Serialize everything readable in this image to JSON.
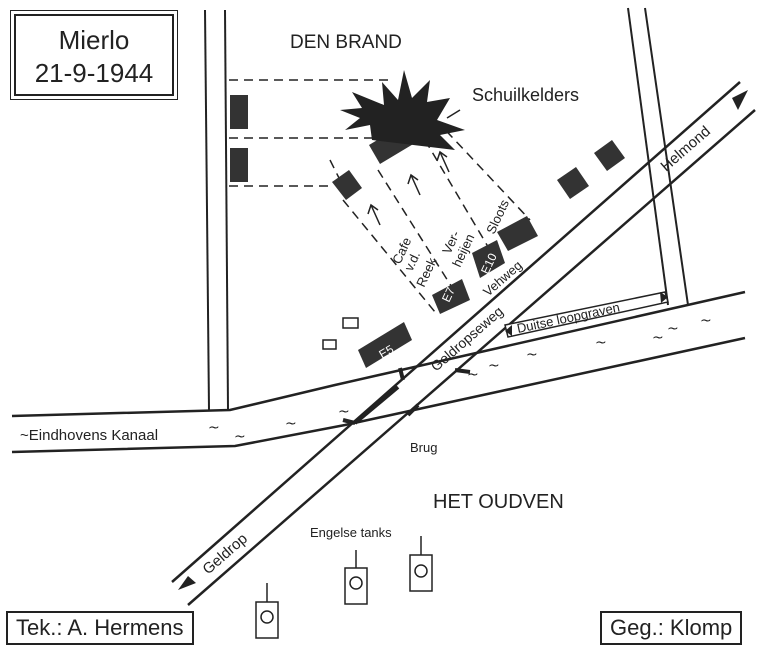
{
  "title": {
    "place": "Mierlo",
    "date": "21-9-1944"
  },
  "labels": {
    "den_brand": "DEN BRAND",
    "schuilkelders": "Schuilkelders",
    "het_oudven": "HET OUDVEN",
    "engelse_tanks": "Engelse tanks",
    "brug": "Brug",
    "eindhovens_kanaal": "Eindhovens Kanaal",
    "duitse_loopgraven": "Duitse loopgraven",
    "geldropseweg": "Geldropseweg",
    "vehweg": "Vehweg",
    "helmond": "Helmond",
    "geldrop": "Geldrop",
    "cafe_line1": "Cafe",
    "cafe_line2": "v.d.",
    "cafe_line3": "Reek",
    "verheijen_line1": "Ver-",
    "verheijen_line2": "heijen",
    "sloots": "Sloots",
    "e7": "E7",
    "e10": "E10",
    "e5": "E5"
  },
  "credits": {
    "drawn_by": "Tek.: A. Hermens",
    "data_by": "Geg.: Klomp"
  },
  "colors": {
    "ink": "#222222",
    "building": "#333333",
    "paper": "#ffffff"
  }
}
